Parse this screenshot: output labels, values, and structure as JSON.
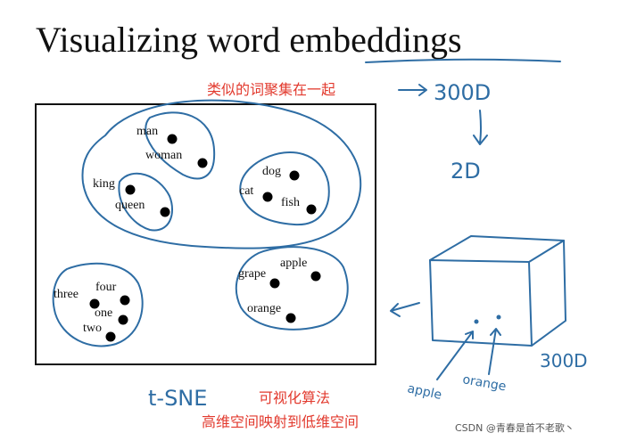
{
  "title": "Visualizing word embeddings",
  "notes": {
    "similar_words_cluster": "类似的词聚集在一起",
    "dim_300d": "300D",
    "dim_2d": "2D",
    "cube_label": "300D",
    "tsne": "t-SNE",
    "tsne_desc1": "可视化算法",
    "tsne_desc2": "高维空间映射到低维空间",
    "cube_apple": "apple",
    "cube_orange": "orange"
  },
  "words": {
    "man": "man",
    "woman": "woman",
    "king": "king",
    "queen": "queen",
    "dog": "dog",
    "cat": "cat",
    "fish": "fish",
    "grape": "grape",
    "apple": "apple",
    "orange": "orange",
    "three": "three",
    "four": "four",
    "one": "one",
    "two": "two"
  },
  "watermark": "CSDN @青春是首不老歌丶",
  "colors": {
    "ink": "#2e6da4",
    "note": "#e23a2e",
    "text": "#111111"
  }
}
